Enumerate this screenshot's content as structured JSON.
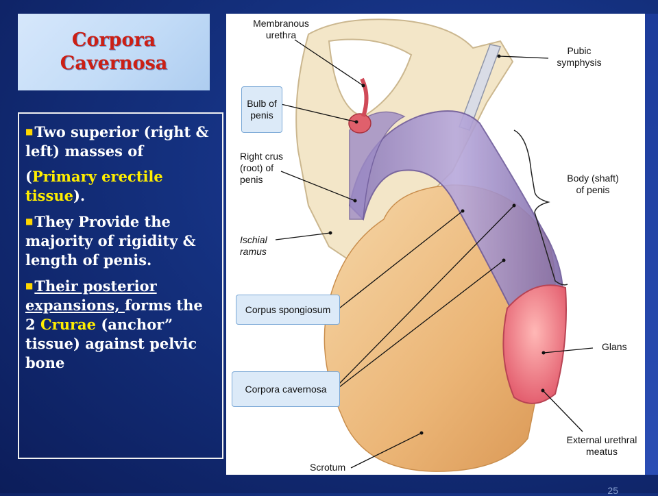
{
  "title": {
    "line1": "Corpora",
    "line2": "Cavernosa"
  },
  "bullets": {
    "b1_text": "Two superior (right & left) masses of",
    "b1_open": "(",
    "b1_highlight": "Primary erectile tissue",
    "b1_close": ").",
    "b2_text": "They Provide the majority of rigidity & length of penis.",
    "b3_underlined": "Their posterior expansions, ",
    "b3_rest1": "forms the 2 ",
    "b3_highlight": "Crurae",
    "b3_rest2": " (anchor” tissue) against pelvic bone"
  },
  "figure_labels": {
    "membranous_urethra": "Membranous urethra",
    "pubic_symphysis": "Pubic symphysis",
    "bulb_of_penis": "Bulb of penis",
    "right_crus": "Right crus (root) of penis",
    "body_shaft": "Body (shaft) of penis",
    "ischial_ramus": "Ischial ramus",
    "corpus_spongiosum": "Corpus spongiosum",
    "glans": "Glans",
    "corpora_cavernosa": "Corpora cavernosa",
    "external_meatus": "External urethral meatus",
    "scrotum": "Scrotum"
  },
  "slide_number": "25",
  "colors": {
    "title_red": "#cc1f14",
    "highlight_yellow": "#ffee00",
    "bullet_text": "#ffffff"
  }
}
